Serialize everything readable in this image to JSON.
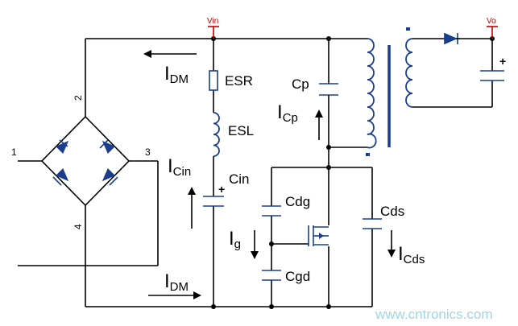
{
  "diagram": {
    "nodes": {
      "vin": "Vin",
      "vo": "Vo",
      "pin1": "1",
      "pin2": "2",
      "pin3": "3",
      "pin4": "4"
    },
    "components": {
      "esr": "ESR",
      "esl": "ESL",
      "cin": "Cin",
      "cp": "Cp",
      "cdg": "Cdg",
      "cgd": "Cgd",
      "cds": "Cds"
    },
    "currents": {
      "idm_top": {
        "main": "I",
        "sub": "DM"
      },
      "idm_bottom": {
        "main": "I",
        "sub": "DM"
      },
      "icin": {
        "main": "I",
        "sub": "Cin"
      },
      "icp": {
        "main": "I",
        "sub": "Cp"
      },
      "ig": {
        "main": "I",
        "sub": "g"
      },
      "icds": {
        "main": "I",
        "sub": "Cds"
      }
    },
    "polarity": {
      "cin_plus": "+",
      "cout_plus": "+"
    },
    "colors": {
      "wire": "#000000",
      "component": "#1a3e8c",
      "supply_label": "#c00000",
      "watermark": "#9fd5e8"
    }
  },
  "watermark": "www.cntronics.com"
}
